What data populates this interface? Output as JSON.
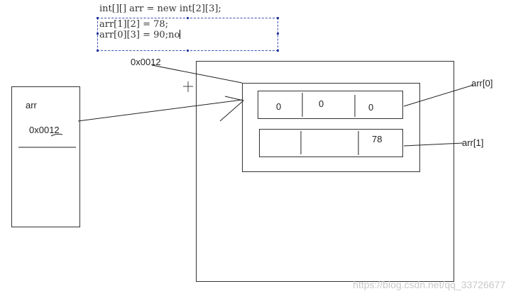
{
  "code": {
    "declaration": "int[][] arr = new int[2][3];",
    "line1": "arr[1][2] = 78;",
    "line2": "arr[0][3] = 90;",
    "line2_suffix": "no"
  },
  "stack": {
    "var_name": "arr",
    "var_value": "0x0012"
  },
  "heap": {
    "address_label": "0x0012",
    "rows": [
      {
        "label": "arr[0]",
        "cells": [
          "0",
          "0",
          "0"
        ]
      },
      {
        "label": "arr[1]",
        "cells": [
          "",
          "",
          "78"
        ]
      }
    ]
  },
  "watermark": "https://blog.csdn.net/qq_33726677"
}
